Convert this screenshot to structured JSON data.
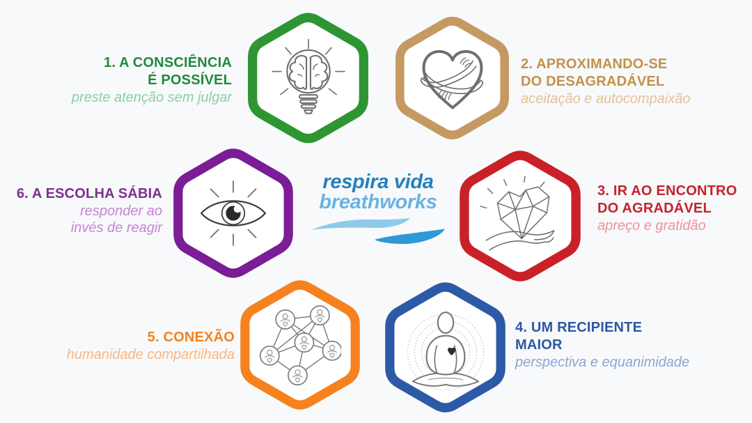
{
  "background_color": "#f8f9fb",
  "logo": {
    "line1": "respira vida",
    "line2": "breathworks",
    "line1_color": "#2580ba",
    "line2_color": "#6ab3e2",
    "wave_light_color": "#8ecaea",
    "wave_dark_color": "#2f99d6",
    "icon": "wave-swoosh-icon"
  },
  "steps": [
    {
      "number": "1",
      "title_lines": [
        "1. A CONSCIÊNCIA",
        "É POSSÍVEL"
      ],
      "subtitle_lines": [
        "preste atenção sem julgar"
      ],
      "icon": "lightbulb-brain-icon",
      "border_color": "#2e9532",
      "title_color": "#21893c",
      "subtitle_color": "#8ccfa4"
    },
    {
      "number": "2",
      "title_lines": [
        "2. APROXIMANDO-SE",
        "DO DESAGRADÁVEL"
      ],
      "subtitle_lines": [
        "aceitação e autocompaixão"
      ],
      "icon": "hugging-heart-icon",
      "border_color": "#c49a62",
      "title_color": "#c3924a",
      "subtitle_color": "#e3c295"
    },
    {
      "number": "3",
      "title_lines": [
        "3. IR AO ENCONTRO",
        "DO AGRADÁVEL"
      ],
      "subtitle_lines": [
        "apreço e gratidão"
      ],
      "icon": "geometric-heart-hand-icon",
      "border_color": "#c92127",
      "title_color": "#c4222b",
      "subtitle_color": "#f0929a"
    },
    {
      "number": "4",
      "title_lines": [
        "4. UM RECIPIENTE",
        "MAIOR"
      ],
      "subtitle_lines": [
        "perspectiva e equanimidade"
      ],
      "icon": "meditating-person-icon",
      "border_color": "#2c5aa7",
      "title_color": "#2b58a3",
      "subtitle_color": "#8da5d3"
    },
    {
      "number": "5",
      "title_lines": [
        "5. CONEXÃO"
      ],
      "subtitle_lines": [
        "humanidade compartilhada"
      ],
      "icon": "people-network-icon",
      "border_color": "#f5821f",
      "title_color": "#f5821f",
      "subtitle_color": "#f8b87d"
    },
    {
      "number": "6",
      "title_lines": [
        "6. A ESCOLHA SÁBIA"
      ],
      "subtitle_lines": [
        "responder ao",
        "invés de reagir"
      ],
      "icon": "eye-icon",
      "border_color": "#7a1d96",
      "title_color": "#7d308f",
      "subtitle_color": "#c783d3"
    }
  ]
}
